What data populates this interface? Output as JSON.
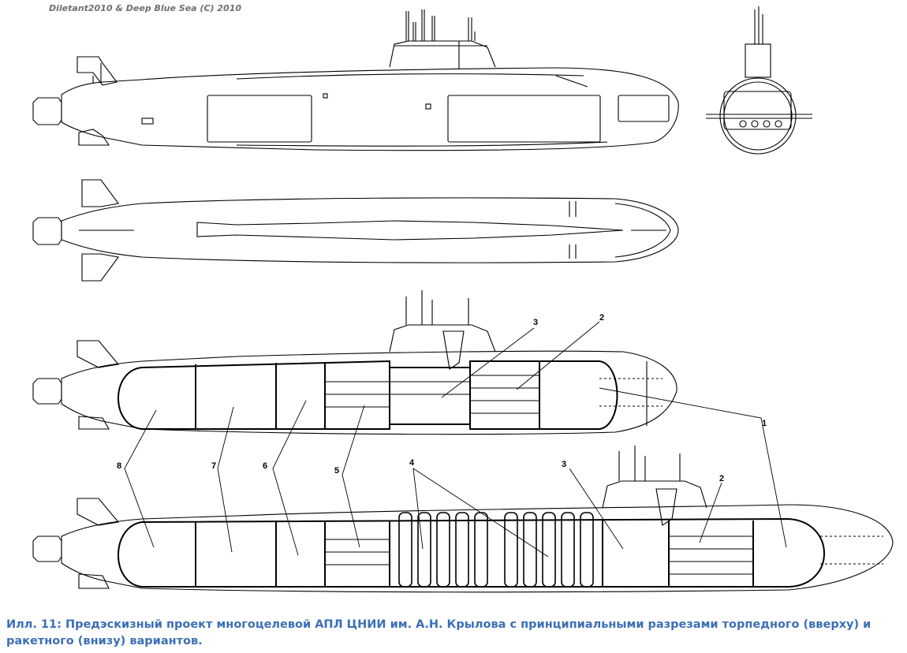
{
  "credit": "Diletant2010 & Deep Blue Sea (C) 2010",
  "caption": "Илл. 11: Предэскизный проект многоцелевой АПЛ ЦНИИ им. А.Н. Крылова с принципиальными разрезами торпедного (вверху) и ракетного (внизу) вариантов.",
  "callouts": {
    "n1": "1",
    "n2": "2",
    "n3": "3",
    "n4": "4",
    "n5": "5",
    "n6": "6",
    "n7": "7",
    "n8": "8"
  },
  "colors": {
    "line": "#000000",
    "caption": "#3b6fb6",
    "credit": "#707070",
    "paper": "#ffffff"
  }
}
